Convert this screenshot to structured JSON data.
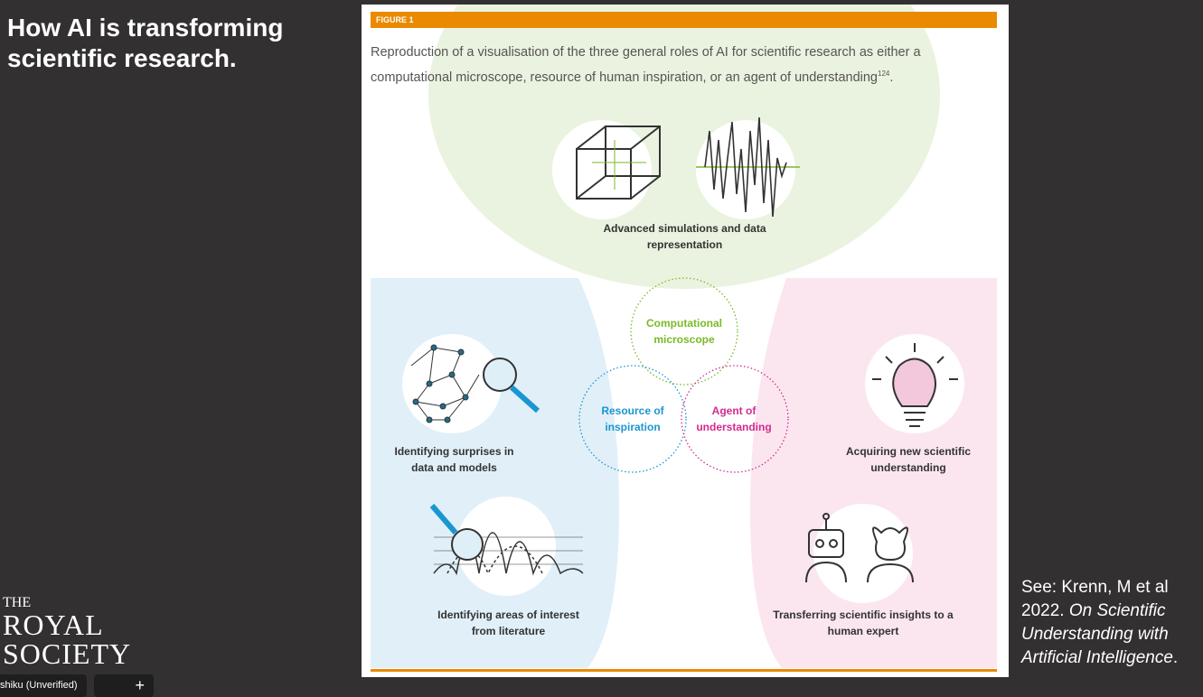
{
  "slide": {
    "title": "How AI is transforming scientific research.",
    "citation_prefix": "See: Krenn, M et al 2022. ",
    "citation_title": "On Scientific Understanding with Artificial Intelligence",
    "citation_suffix": "."
  },
  "figure": {
    "label": "FIGURE 1",
    "caption": "Reproduction of a visualisation of the three general roles of AI for scientific research as either a computational microscope, resource of human inspiration, or an agent of understanding",
    "caption_ref": "124",
    "caption_end": ".",
    "items": {
      "simulations": "Advanced simulations and data representation",
      "surprises": "Identifying surprises in data and models",
      "literature": "Identifying areas of interest from literature",
      "acquiring": "Acquiring new scientific understanding",
      "transferring": "Transferring scientific insights to a human expert"
    },
    "roles": {
      "microscope": "Computational microscope",
      "inspiration": "Resource of inspiration",
      "agent": "Agent of understanding"
    },
    "colors": {
      "orange": "#e98a00",
      "green": "#7ab929",
      "blue": "#1a96d1",
      "pink": "#d42a8c"
    }
  },
  "logo": {
    "line1": "THE",
    "line2": "ROYAL",
    "line3": "SOCIETY"
  },
  "taskbar": {
    "participant": "shiku (Unverified)",
    "add_icon": "+"
  }
}
